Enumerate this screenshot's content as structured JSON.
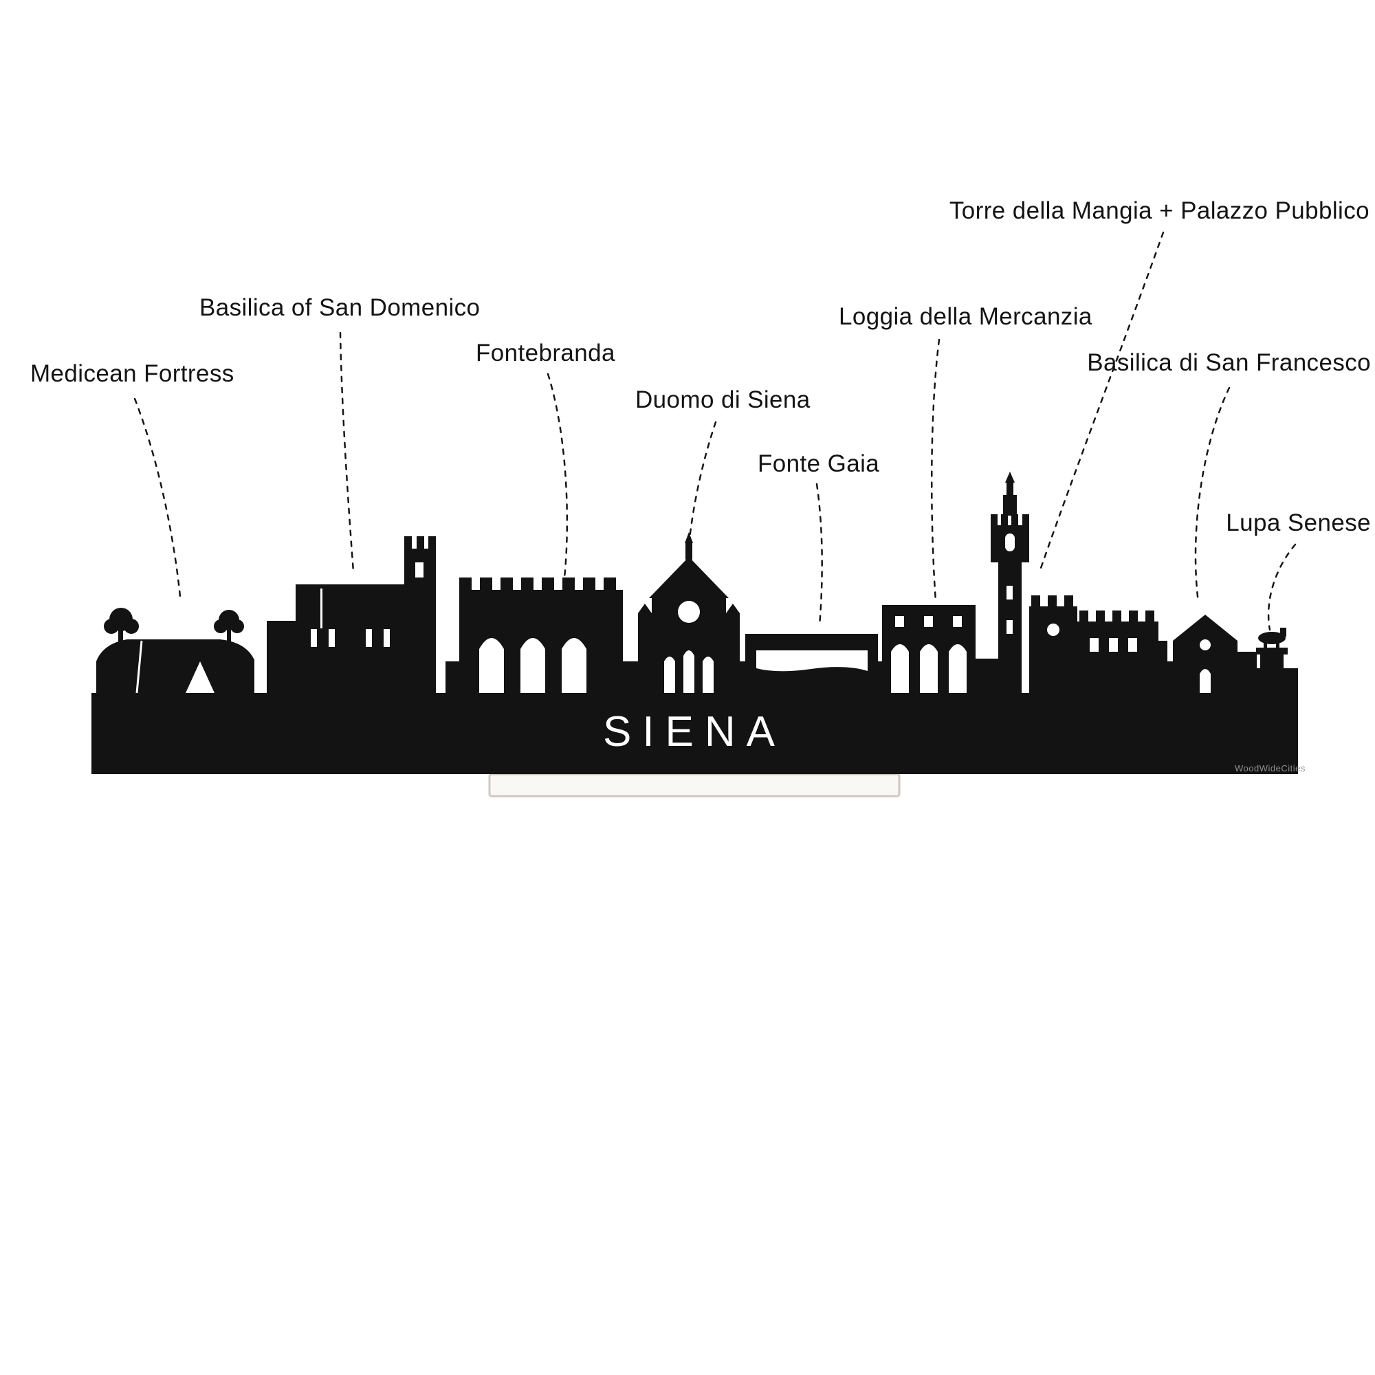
{
  "product": {
    "city_title": "SIENA",
    "watermark": "WoodWideCities"
  },
  "colors": {
    "silhouette": "#131313",
    "background": "#ffffff",
    "stand_fill": "#faf8f5",
    "stand_border": "#cfc8c1",
    "label_text": "#141414",
    "title_text": "#ffffff",
    "leader_line": "#161616"
  },
  "labels": [
    {
      "id": "medicean-fortress",
      "text": "Medicean Fortress"
    },
    {
      "id": "basilica-of-san-domenico",
      "text": "Basilica of San Domenico"
    },
    {
      "id": "fontebranda",
      "text": "Fontebranda"
    },
    {
      "id": "duomo-di-siena",
      "text": "Duomo di Siena"
    },
    {
      "id": "fonte-gaia",
      "text": "Fonte Gaia"
    },
    {
      "id": "loggia-della-mercanzia",
      "text": "Loggia della Mercanzia"
    },
    {
      "id": "torre-della-mangia-palazzo-pubblico",
      "text": "Torre della Mangia + Palazzo Pubblico"
    },
    {
      "id": "basilica-di-san-francesco",
      "text": "Basilica di San Francesco"
    },
    {
      "id": "lupa-senese",
      "text": "Lupa Senese"
    }
  ]
}
